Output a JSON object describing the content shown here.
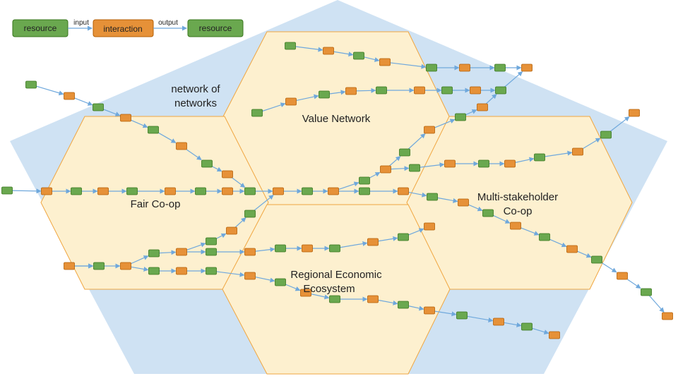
{
  "legend": {
    "resource_label": "resource",
    "interaction_label": "interaction",
    "output_resource_label": "resource",
    "input_label": "input",
    "output_label": "output"
  },
  "regions": {
    "network_of_networks_line1": "network of",
    "network_of_networks_line2": "networks",
    "value_network": "Value Network",
    "fair_coop": "Fair Co-op",
    "multi_stakeholder_line1": "Multi-stakeholder",
    "multi_stakeholder_line2": "Co-op",
    "regional_line1": "Regional Economic",
    "regional_line2": "Ecosystem"
  },
  "colors": {
    "background_network": "#cfe2f3",
    "hexagon_fill": "#fdf0cf",
    "hexagon_stroke": "#f0a640",
    "resource_fill": "#6aa84f",
    "resource_stroke": "#38761d",
    "interaction_fill": "#e69138",
    "interaction_stroke": "#b45f06",
    "arrow": "#6fa8dc"
  }
}
